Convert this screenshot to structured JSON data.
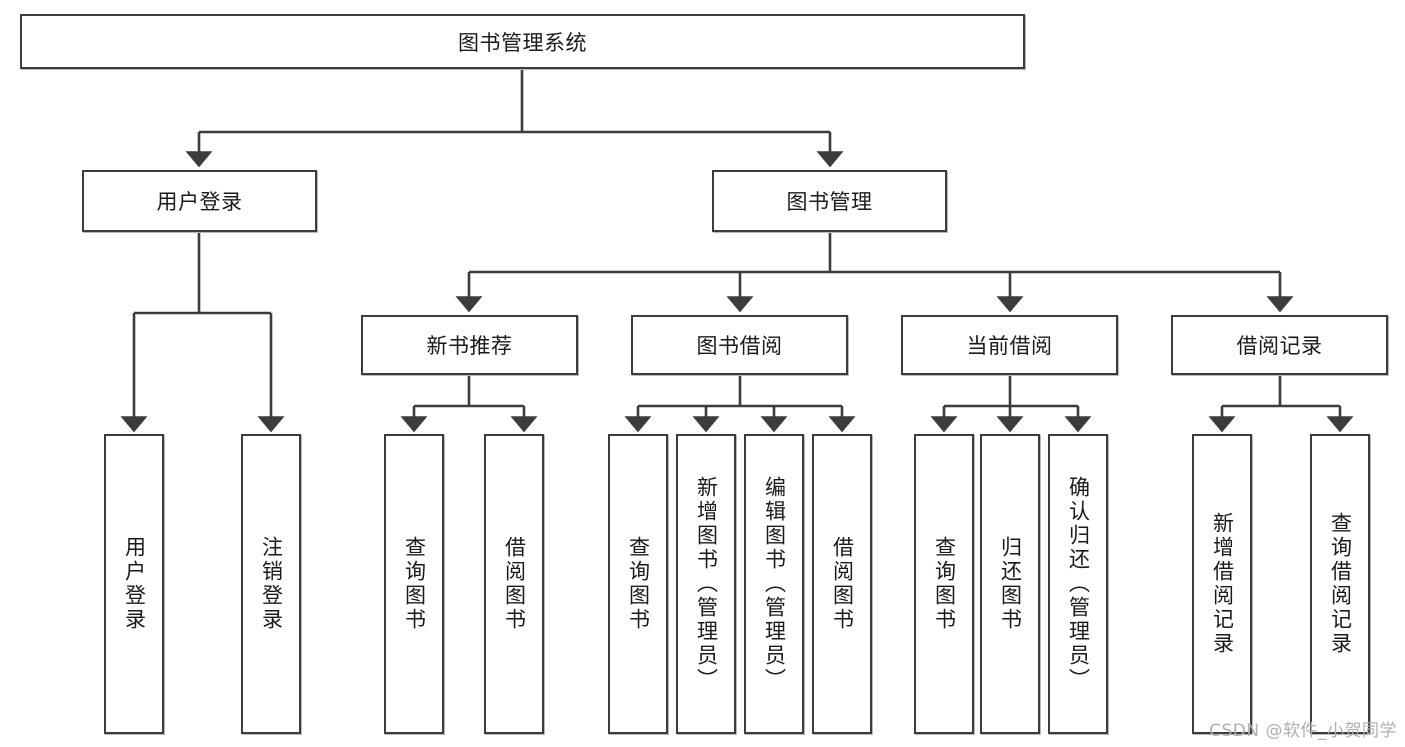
{
  "diagram": {
    "title": "图书管理系统",
    "type": "hierarchy-tree",
    "edge_color": "#3c3c3c",
    "box_border_color": "#3c3c3c",
    "box_fill_color": "#ffffff",
    "text_color": "#1a1a1a",
    "root": {
      "label": "图书管理系统",
      "name": "root-node-book-management-system"
    },
    "level1": [
      {
        "label": "用户登录",
        "name": "node-user-login"
      },
      {
        "label": "图书管理",
        "name": "node-book-management"
      }
    ],
    "level2": [
      {
        "label": "新书推荐",
        "name": "node-new-book-recommendation"
      },
      {
        "label": "图书借阅",
        "name": "node-book-borrow"
      },
      {
        "label": "当前借阅",
        "name": "node-current-borrow"
      },
      {
        "label": "借阅记录",
        "name": "node-borrow-record"
      }
    ],
    "leaves": {
      "user_login": [
        {
          "label": "用户登录",
          "name": "leaf-user-login"
        },
        {
          "label": "注销登录",
          "name": "leaf-logout"
        }
      ],
      "new_book_recommendation": [
        {
          "label": "查询图书",
          "name": "leaf-query-book-recommend"
        },
        {
          "label": "借阅图书",
          "name": "leaf-borrow-book-recommend"
        }
      ],
      "book_borrow": [
        {
          "label": "查询图书",
          "name": "leaf-query-book-borrow"
        },
        {
          "label": "新增图书（管理员）",
          "name": "leaf-add-book-admin"
        },
        {
          "label": "编辑图书（管理员）",
          "name": "leaf-edit-book-admin"
        },
        {
          "label": "借阅图书",
          "name": "leaf-borrow-book"
        }
      ],
      "current_borrow": [
        {
          "label": "查询图书",
          "name": "leaf-query-book-current"
        },
        {
          "label": "归还图书",
          "name": "leaf-return-book"
        },
        {
          "label": "确认归还（管理员）",
          "name": "leaf-confirm-return-admin"
        }
      ],
      "borrow_record": [
        {
          "label": "新增借阅记录",
          "name": "leaf-add-borrow-record"
        },
        {
          "label": "查询借阅记录",
          "name": "leaf-query-borrow-record"
        }
      ]
    }
  },
  "watermark": {
    "text": "CSDN @软件_小贺同学"
  }
}
